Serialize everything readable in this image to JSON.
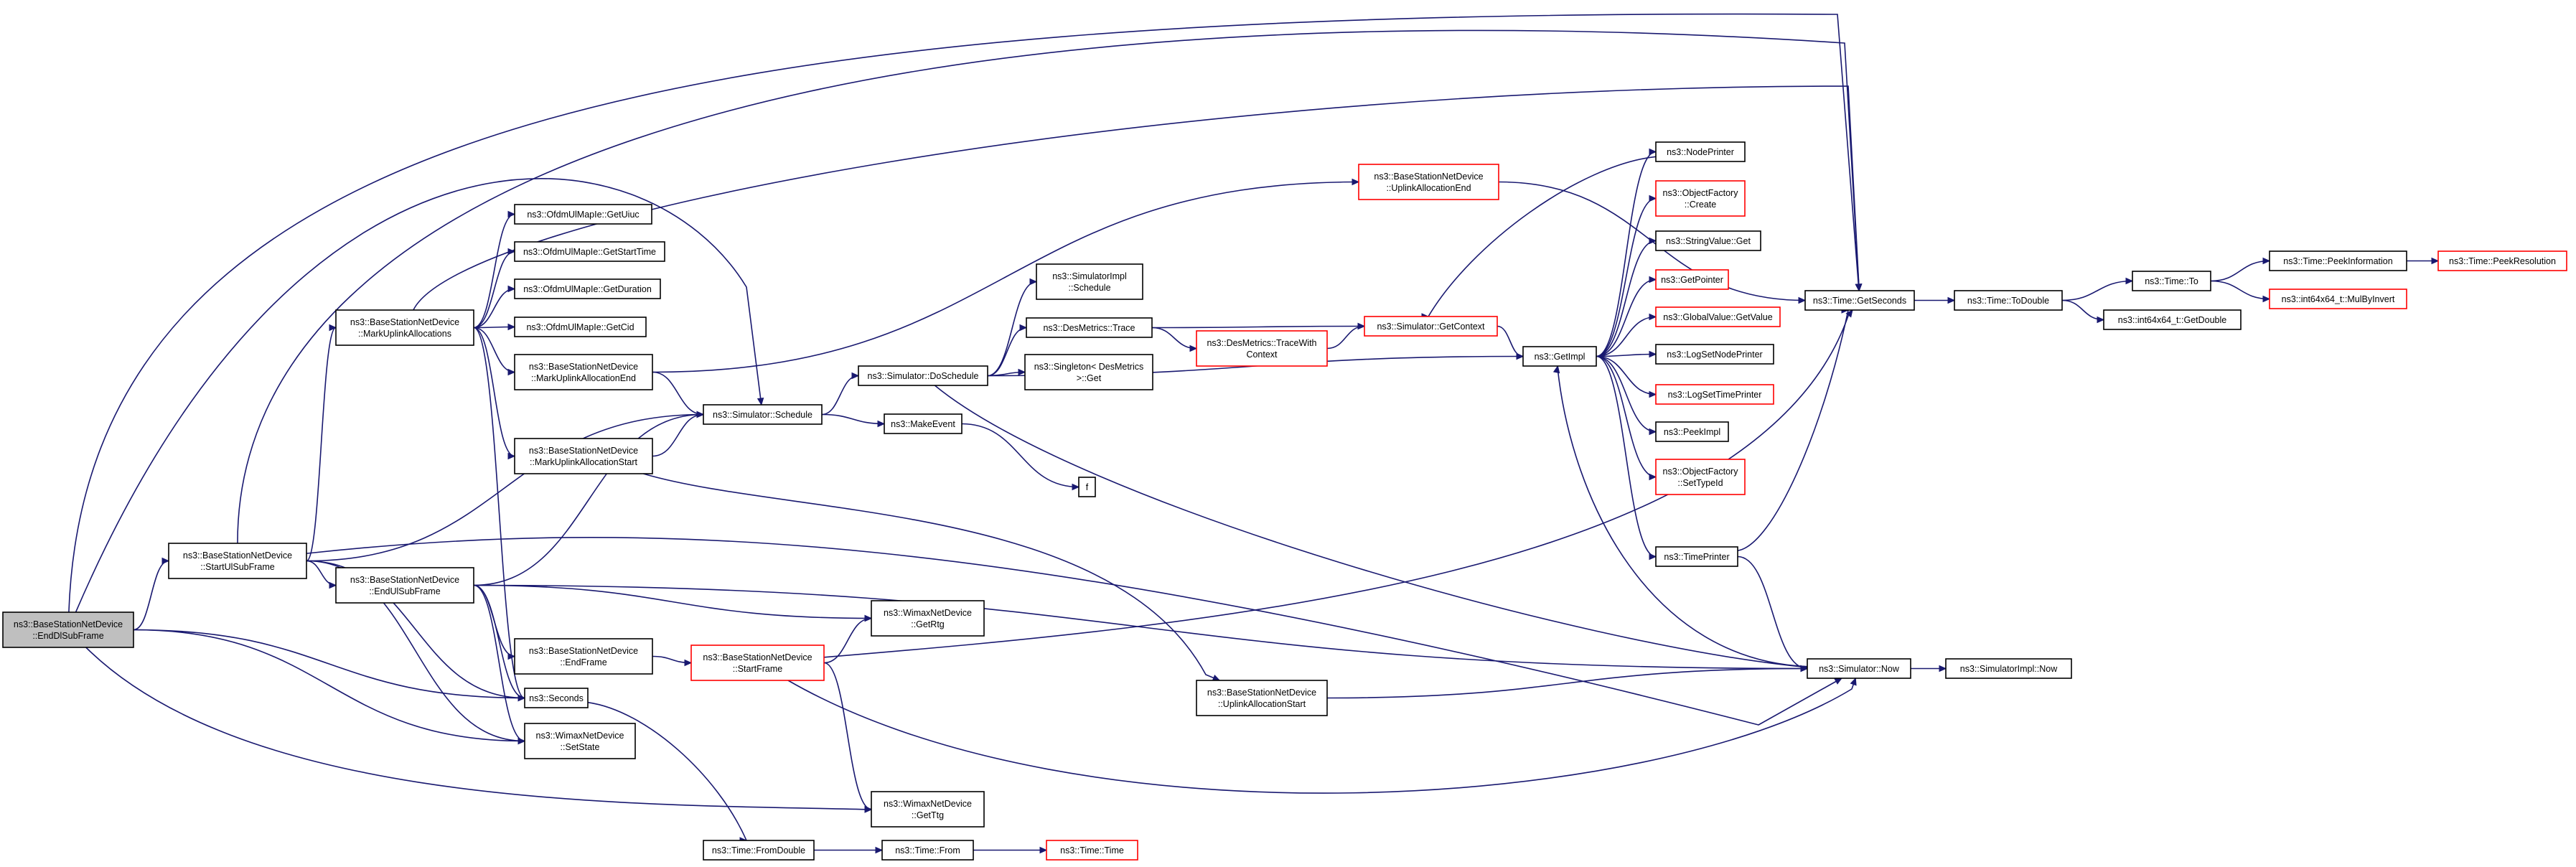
{
  "colors": {
    "edge": "#191970",
    "red_border": "#ff0000",
    "root_fill": "#bfbfbf",
    "border": "#000000"
  },
  "nodes": [
    {
      "id": "n_endDl",
      "lines": [
        "ns3::BaseStationNetDevice",
        "::EndDlSubFrame"
      ],
      "style": "root"
    },
    {
      "id": "n_startUl",
      "lines": [
        "ns3::BaseStationNetDevice",
        "::StartUlSubFrame"
      ],
      "style": "normal"
    },
    {
      "id": "n_markUl",
      "lines": [
        "ns3::BaseStationNetDevice",
        "::MarkUplinkAllocations"
      ],
      "style": "normal"
    },
    {
      "id": "n_endUl",
      "lines": [
        "ns3::BaseStationNetDevice",
        "::EndUlSubFrame"
      ],
      "style": "normal"
    },
    {
      "id": "n_getUiuc",
      "lines": [
        "ns3::OfdmUlMapIe::GetUiuc"
      ],
      "style": "normal"
    },
    {
      "id": "n_getStartTime",
      "lines": [
        "ns3::OfdmUlMapIe::GetStartTime"
      ],
      "style": "normal"
    },
    {
      "id": "n_getDuration",
      "lines": [
        "ns3::OfdmUlMapIe::GetDuration"
      ],
      "style": "normal"
    },
    {
      "id": "n_getCid",
      "lines": [
        "ns3::OfdmUlMapIe::GetCid"
      ],
      "style": "normal"
    },
    {
      "id": "n_markEnd",
      "lines": [
        "ns3::BaseStationNetDevice",
        "::MarkUplinkAllocationEnd"
      ],
      "style": "normal"
    },
    {
      "id": "n_markStart",
      "lines": [
        "ns3::BaseStationNetDevice",
        "::MarkUplinkAllocationStart"
      ],
      "style": "normal"
    },
    {
      "id": "n_endFrame",
      "lines": [
        "ns3::BaseStationNetDevice",
        "::EndFrame"
      ],
      "style": "normal"
    },
    {
      "id": "n_seconds",
      "lines": [
        "ns3::Seconds"
      ],
      "style": "normal"
    },
    {
      "id": "n_setState",
      "lines": [
        "ns3::WimaxNetDevice",
        "::SetState"
      ],
      "style": "normal"
    },
    {
      "id": "n_schedule",
      "lines": [
        "ns3::Simulator::Schedule"
      ],
      "style": "normal"
    },
    {
      "id": "n_startFrame",
      "lines": [
        "ns3::BaseStationNetDevice",
        "::StartFrame"
      ],
      "style": "red"
    },
    {
      "id": "n_fromDouble",
      "lines": [
        "ns3::Time::FromDouble"
      ],
      "style": "normal"
    },
    {
      "id": "n_doSchedule",
      "lines": [
        "ns3::Simulator::DoSchedule"
      ],
      "style": "normal"
    },
    {
      "id": "n_makeEvent",
      "lines": [
        "ns3::MakeEvent"
      ],
      "style": "normal"
    },
    {
      "id": "n_f",
      "lines": [
        "f"
      ],
      "style": "normal"
    },
    {
      "id": "n_getRtg",
      "lines": [
        "ns3::WimaxNetDevice",
        "::GetRtg"
      ],
      "style": "normal"
    },
    {
      "id": "n_getTtg",
      "lines": [
        "ns3::WimaxNetDevice",
        "::GetTtg"
      ],
      "style": "normal"
    },
    {
      "id": "n_timeFrom",
      "lines": [
        "ns3::Time::From"
      ],
      "style": "normal"
    },
    {
      "id": "n_simImplSchedule",
      "lines": [
        "ns3::SimulatorImpl",
        "::Schedule"
      ],
      "style": "normal"
    },
    {
      "id": "n_desTrace",
      "lines": [
        "ns3::DesMetrics::Trace"
      ],
      "style": "normal"
    },
    {
      "id": "n_singletonGet",
      "lines": [
        "ns3::Singleton< DesMetrics",
        ">::Get"
      ],
      "style": "normal"
    },
    {
      "id": "n_uplinkAllocEnd",
      "lines": [
        "ns3::BaseStationNetDevice",
        "::UplinkAllocationEnd"
      ],
      "style": "red"
    },
    {
      "id": "n_desTraceCtx",
      "lines": [
        "ns3::DesMetrics::TraceWith",
        "Context"
      ],
      "style": "red"
    },
    {
      "id": "n_getContext",
      "lines": [
        "ns3::Simulator::GetContext"
      ],
      "style": "red"
    },
    {
      "id": "n_uplinkAllocStart",
      "lines": [
        "ns3::BaseStationNetDevice",
        "::UplinkAllocationStart"
      ],
      "style": "normal"
    },
    {
      "id": "n_timeTime",
      "lines": [
        "ns3::Time::Time"
      ],
      "style": "red"
    },
    {
      "id": "n_getImpl",
      "lines": [
        "ns3::GetImpl"
      ],
      "style": "normal"
    },
    {
      "id": "n_nodePrinter",
      "lines": [
        "ns3::NodePrinter"
      ],
      "style": "normal"
    },
    {
      "id": "n_ofCreate",
      "lines": [
        "ns3::ObjectFactory",
        "::Create"
      ],
      "style": "red"
    },
    {
      "id": "n_stringGet",
      "lines": [
        "ns3::StringValue::Get"
      ],
      "style": "normal"
    },
    {
      "id": "n_getPointer",
      "lines": [
        "ns3::GetPointer"
      ],
      "style": "red"
    },
    {
      "id": "n_globalGetValue",
      "lines": [
        "ns3::GlobalValue::GetValue"
      ],
      "style": "red"
    },
    {
      "id": "n_logSetNodePrinter",
      "lines": [
        "ns3::LogSetNodePrinter"
      ],
      "style": "normal"
    },
    {
      "id": "n_logSetTimePrinter",
      "lines": [
        "ns3::LogSetTimePrinter"
      ],
      "style": "red"
    },
    {
      "id": "n_peekImpl",
      "lines": [
        "ns3::PeekImpl"
      ],
      "style": "normal"
    },
    {
      "id": "n_ofSetTypeId",
      "lines": [
        "ns3::ObjectFactory",
        "::SetTypeId"
      ],
      "style": "red"
    },
    {
      "id": "n_timePrinter",
      "lines": [
        "ns3::TimePrinter"
      ],
      "style": "normal"
    },
    {
      "id": "n_simNow",
      "lines": [
        "ns3::Simulator::Now"
      ],
      "style": "normal"
    },
    {
      "id": "n_getSeconds",
      "lines": [
        "ns3::Time::GetSeconds"
      ],
      "style": "normal"
    },
    {
      "id": "n_toDouble",
      "lines": [
        "ns3::Time::ToDouble"
      ],
      "style": "normal"
    },
    {
      "id": "n_simImplNow",
      "lines": [
        "ns3::SimulatorImpl::Now"
      ],
      "style": "normal"
    },
    {
      "id": "n_timeTo",
      "lines": [
        "ns3::Time::To"
      ],
      "style": "normal"
    },
    {
      "id": "n_int64GetDouble",
      "lines": [
        "ns3::int64x64_t::GetDouble"
      ],
      "style": "normal"
    },
    {
      "id": "n_peekInfo",
      "lines": [
        "ns3::Time::PeekInformation"
      ],
      "style": "normal"
    },
    {
      "id": "n_mulByInvert",
      "lines": [
        "ns3::int64x64_t::MulByInvert"
      ],
      "style": "red"
    },
    {
      "id": "n_peekResolution",
      "lines": [
        "ns3::Time::PeekResolution"
      ],
      "style": "red"
    }
  ],
  "edges": [
    [
      "n_endDl",
      "n_startUl"
    ],
    [
      "n_endDl",
      "n_schedule"
    ],
    [
      "n_endDl",
      "n_seconds"
    ],
    [
      "n_endDl",
      "n_setState"
    ],
    [
      "n_endDl",
      "n_getTtg"
    ],
    [
      "n_endDl",
      "n_getSeconds"
    ],
    [
      "n_startUl",
      "n_markUl"
    ],
    [
      "n_startUl",
      "n_endUl"
    ],
    [
      "n_startUl",
      "n_schedule"
    ],
    [
      "n_startUl",
      "n_seconds"
    ],
    [
      "n_startUl",
      "n_setState"
    ],
    [
      "n_startUl",
      "n_getSeconds"
    ],
    [
      "n_startUl",
      "n_simNow"
    ],
    [
      "n_markUl",
      "n_getUiuc"
    ],
    [
      "n_markUl",
      "n_getStartTime"
    ],
    [
      "n_markUl",
      "n_getDuration"
    ],
    [
      "n_markUl",
      "n_getCid"
    ],
    [
      "n_markUl",
      "n_markEnd"
    ],
    [
      "n_markUl",
      "n_markStart"
    ],
    [
      "n_markUl",
      "n_seconds"
    ],
    [
      "n_markUl",
      "n_getSeconds"
    ],
    [
      "n_endUl",
      "n_endFrame"
    ],
    [
      "n_endUl",
      "n_seconds"
    ],
    [
      "n_endUl",
      "n_setState"
    ],
    [
      "n_endUl",
      "n_schedule"
    ],
    [
      "n_endUl",
      "n_getRtg"
    ],
    [
      "n_endUl",
      "n_simNow"
    ],
    [
      "n_markEnd",
      "n_schedule"
    ],
    [
      "n_markEnd",
      "n_uplinkAllocEnd"
    ],
    [
      "n_markStart",
      "n_schedule"
    ],
    [
      "n_markStart",
      "n_uplinkAllocStart"
    ],
    [
      "n_endFrame",
      "n_startFrame"
    ],
    [
      "n_startFrame",
      "n_getRtg"
    ],
    [
      "n_startFrame",
      "n_getTtg"
    ],
    [
      "n_startFrame",
      "n_getSeconds"
    ],
    [
      "n_startFrame",
      "n_simNow"
    ],
    [
      "n_seconds",
      "n_fromDouble"
    ],
    [
      "n_fromDouble",
      "n_timeFrom"
    ],
    [
      "n_timeFrom",
      "n_timeTime"
    ],
    [
      "n_schedule",
      "n_doSchedule"
    ],
    [
      "n_schedule",
      "n_makeEvent"
    ],
    [
      "n_makeEvent",
      "n_f"
    ],
    [
      "n_doSchedule",
      "n_simImplSchedule"
    ],
    [
      "n_doSchedule",
      "n_desTrace"
    ],
    [
      "n_doSchedule",
      "n_singletonGet"
    ],
    [
      "n_doSchedule",
      "n_getImpl"
    ],
    [
      "n_doSchedule",
      "n_simNow"
    ],
    [
      "n_desTrace",
      "n_desTraceCtx"
    ],
    [
      "n_desTrace",
      "n_getContext"
    ],
    [
      "n_desTraceCtx",
      "n_getContext"
    ],
    [
      "n_uplinkAllocEnd",
      "n_getSeconds"
    ],
    [
      "n_uplinkAllocStart",
      "n_simNow"
    ],
    [
      "n_getContext",
      "n_getImpl"
    ],
    [
      "n_getImpl",
      "n_nodePrinter"
    ],
    [
      "n_getImpl",
      "n_ofCreate"
    ],
    [
      "n_getImpl",
      "n_stringGet"
    ],
    [
      "n_getImpl",
      "n_getPointer"
    ],
    [
      "n_getImpl",
      "n_globalGetValue"
    ],
    [
      "n_getImpl",
      "n_logSetNodePrinter"
    ],
    [
      "n_getImpl",
      "n_logSetTimePrinter"
    ],
    [
      "n_getImpl",
      "n_peekImpl"
    ],
    [
      "n_getImpl",
      "n_ofSetTypeId"
    ],
    [
      "n_getImpl",
      "n_timePrinter"
    ],
    [
      "n_nodePrinter",
      "n_getContext"
    ],
    [
      "n_timePrinter",
      "n_simNow"
    ],
    [
      "n_timePrinter",
      "n_getSeconds"
    ],
    [
      "n_simNow",
      "n_getImpl"
    ],
    [
      "n_simNow",
      "n_simImplNow"
    ],
    [
      "n_getSeconds",
      "n_toDouble"
    ],
    [
      "n_toDouble",
      "n_timeTo"
    ],
    [
      "n_toDouble",
      "n_int64GetDouble"
    ],
    [
      "n_timeTo",
      "n_peekInfo"
    ],
    [
      "n_timeTo",
      "n_mulByInvert"
    ],
    [
      "n_peekInfo",
      "n_peekResolution"
    ]
  ]
}
